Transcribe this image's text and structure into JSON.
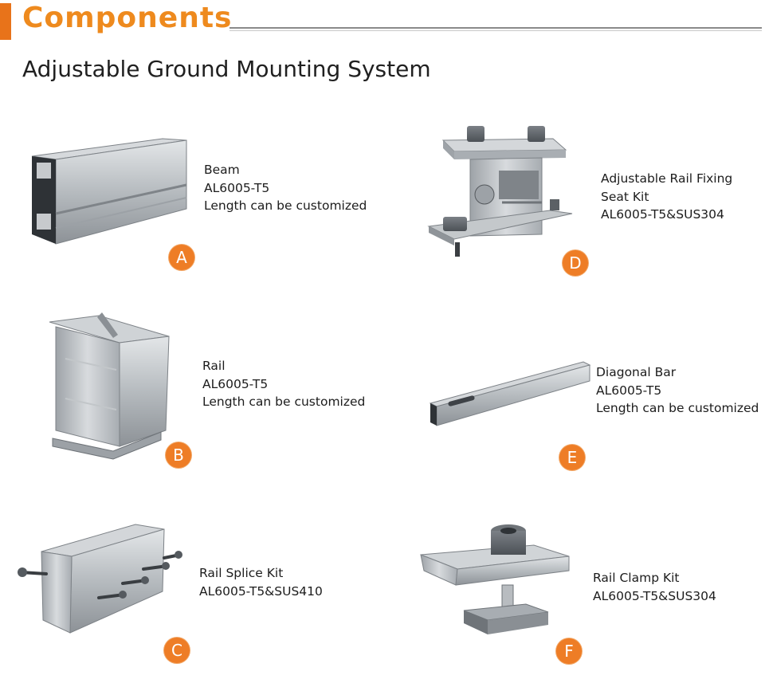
{
  "header": {
    "title": "Components",
    "subtitle": "Adjustable Ground Mounting System"
  },
  "products": [
    {
      "letter": "A",
      "name": "Beam",
      "lines": [
        "Beam",
        "AL6005-T5",
        "Length can be customized"
      ]
    },
    {
      "letter": "B",
      "name": "Rail",
      "lines": [
        "Rail",
        "AL6005-T5",
        "Length can be customized"
      ]
    },
    {
      "letter": "C",
      "name": "Rail Splice Kit",
      "lines": [
        "Rail Splice Kit",
        "AL6005-T5&SUS410"
      ]
    },
    {
      "letter": "D",
      "name": "Adjustable Rail Fixing Seat Kit",
      "lines": [
        "Adjustable Rail Fixing",
        "Seat Kit",
        "AL6005-T5&SUS304"
      ]
    },
    {
      "letter": "E",
      "name": "Diagonal Bar",
      "lines": [
        "Diagonal Bar",
        "AL6005-T5",
        "Length can be customized"
      ]
    },
    {
      "letter": "F",
      "name": "Rail Clamp Kit",
      "lines": [
        "Rail Clamp Kit",
        "AL6005-T5&SUS304"
      ]
    }
  ],
  "colors": {
    "accent": "#ee7d26",
    "title": "#ee8a1e",
    "metal": "#b9bdc1"
  }
}
